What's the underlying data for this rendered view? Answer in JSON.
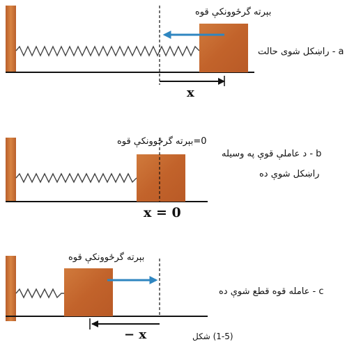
{
  "panels": {
    "a": {
      "force_label": "بېرته گرځوونکې قوه",
      "caption": "a - راښکل شوی حالت",
      "x_label": "x"
    },
    "b": {
      "force_label": "0=بېرته گرځوونکې قوه",
      "caption_line1": "b - د عاملې قوې په وسیله",
      "caption_line2": "راښکل شوې ده",
      "x_label": "x = 0"
    },
    "c": {
      "force_label": "بېرته گرځوونکې قوه",
      "caption": "c - عامله قوه قطع شوې ده",
      "x_label": "− x"
    }
  },
  "figure_caption": "(1-5) شکل",
  "colors": {
    "wall": "#c8703a",
    "block": "#c96b32",
    "arrow_blue": "#2f86c0",
    "line": "#111111"
  }
}
